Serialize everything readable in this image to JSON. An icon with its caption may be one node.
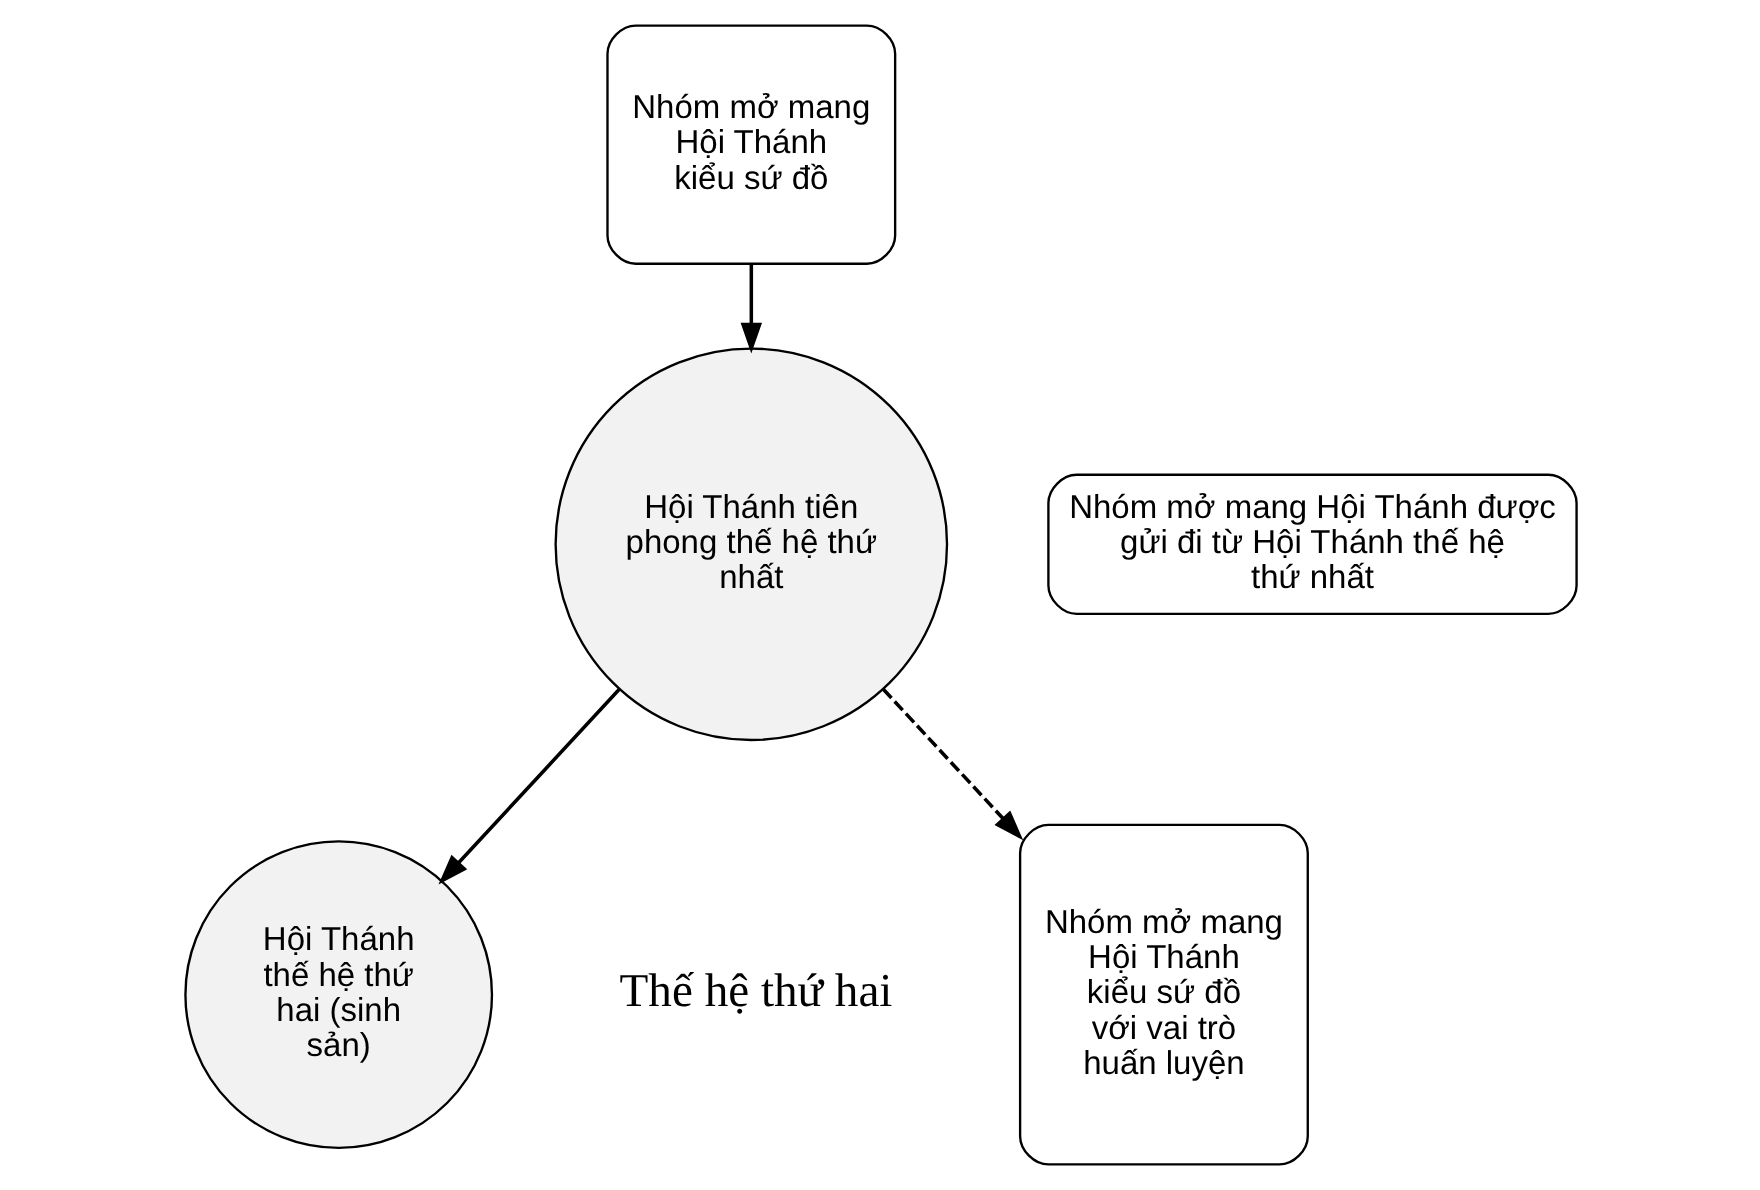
{
  "diagram": {
    "nodes": [
      {
        "text": [
          "Nhóm mở mang Hội Thánh kiểu sứ đồ"
        ]
      },
      {
        "text": [
          "Hội Thánh tiên phong thế hệ thứ nhất"
        ]
      },
      {
        "text": [
          "Nhóm mở mang Hội Thánh được gửi đi từ Hội Thánh thế hệ thứ nhất"
        ]
      },
      {
        "text": [
          "Nhóm mở mang Hội Thánh kiểu sứ đồ với vai trò huấn luyện"
        ]
      },
      {
        "text": [
          "Hội Thánh thế hệ thứ hai (sinh sản)"
        ]
      }
    ],
    "edges": [
      {
        "from": 0,
        "to": 1,
        "arrow": "to"
      },
      {
        "from": 1,
        "to": 3,
        "arrow": "to",
        "style": "dashed"
      },
      {
        "from": 1,
        "to": 4,
        "arrow": "to"
      }
    ],
    "labels": [
      "Thế hệ thứ hai"
    ]
  }
}
